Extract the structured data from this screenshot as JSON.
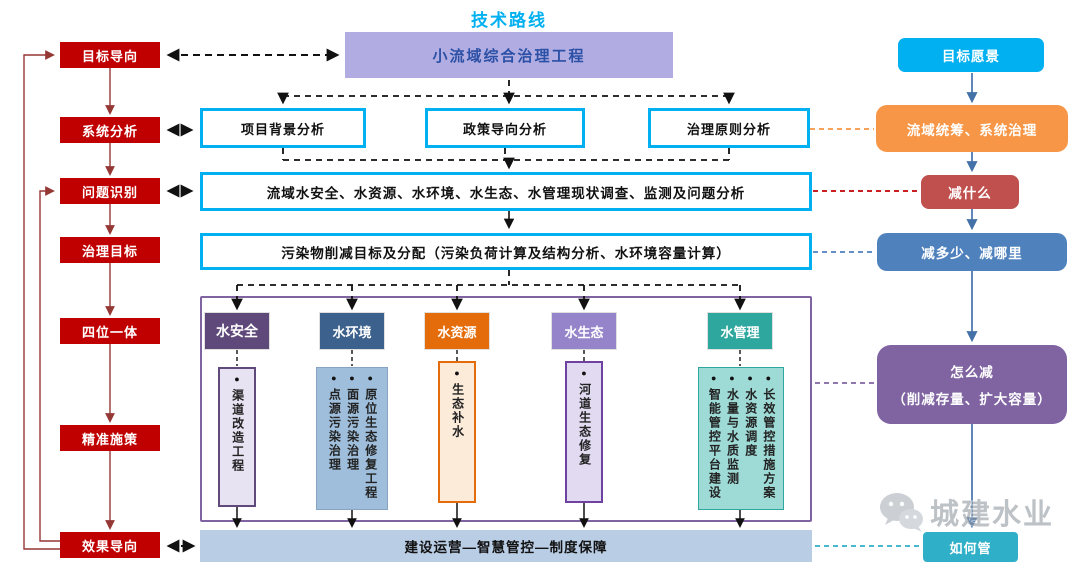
{
  "title": "技术路线",
  "left_steps": [
    {
      "label": "目标导向"
    },
    {
      "label": "系统分析"
    },
    {
      "label": "问题识别"
    },
    {
      "label": "治理目标"
    },
    {
      "label": "四位一体"
    },
    {
      "label": "精准施策"
    },
    {
      "label": "效果导向"
    }
  ],
  "left_step_color": "#C00000",
  "main_box": {
    "label": "小流域综合治理工程",
    "bg": "#B1ADE3",
    "text_color": "#2B50A5"
  },
  "analysis_boxes": [
    {
      "label": "项目背景分析"
    },
    {
      "label": "政策导向分析"
    },
    {
      "label": "治理原则分析"
    }
  ],
  "survey_box": {
    "label": "流域水安全、水资源、水环境、水生态、水管理现状调查、监测及问题分析"
  },
  "target_box": {
    "label": "污染物削减目标及分配（污染负荷计算及结构分析、水环境容量计算）"
  },
  "cyan_border_color": "#00B0F0",
  "categories": [
    {
      "label": "水安全",
      "header_color": "#5F497A",
      "box_bg": "#E8E3F2",
      "box_border": "#604A7B",
      "items": [
        "渠道改造工程"
      ]
    },
    {
      "label": "水环境",
      "header_color": "#3C618C",
      "box_bg": "#9FBEDB",
      "box_border": "#86A4C2",
      "items": [
        "原位生态修复工程",
        "面源污染治理",
        "点源污染治理"
      ]
    },
    {
      "label": "水资源",
      "header_color": "#E46C0A",
      "box_bg": "#FDEBDA",
      "box_border": "#E46C0A",
      "items": [
        "生态补水"
      ]
    },
    {
      "label": "水生态",
      "header_color": "#9584C9",
      "box_bg": "#E2DAF1",
      "box_border": "#6F42A0",
      "items": [
        "河道生态修复"
      ]
    },
    {
      "label": "水管理",
      "header_color": "#2EA79E",
      "box_bg": "#9EDAD6",
      "box_border": "#2EA79E",
      "items": [
        "长效管控措施方案",
        "水资源调度",
        "水量与水质监测",
        "智能管控平台建设"
      ]
    }
  ],
  "bottom_bar": {
    "label": "建设运营—智慧管控—制度保障",
    "bg": "#B9CDE5"
  },
  "right_steps": [
    {
      "label": "目标愿景",
      "color": "#00B0F0"
    },
    {
      "label": "流域统筹、系统治理",
      "color": "#F79646"
    },
    {
      "label": "减什么",
      "color": "#C0504D"
    },
    {
      "label": "减多少、减哪里",
      "color": "#4F81BD"
    },
    {
      "label": "怎么减",
      "label2": "（削减存量、扩大容量）",
      "color": "#8064A2"
    },
    {
      "label": "如何管",
      "color": "#2FAFC8"
    }
  ],
  "connector_colors": {
    "left_chain": "#953735",
    "dashed_black": "#111111",
    "right_arrows": "#4472A8",
    "dash_orange": "#F79646",
    "dash_red": "#C00000",
    "dash_blue": "#4F81BD",
    "dash_purple": "#8064A2",
    "dash_cyan": "#2FAFC8"
  },
  "watermark": {
    "label": "城建水业"
  }
}
